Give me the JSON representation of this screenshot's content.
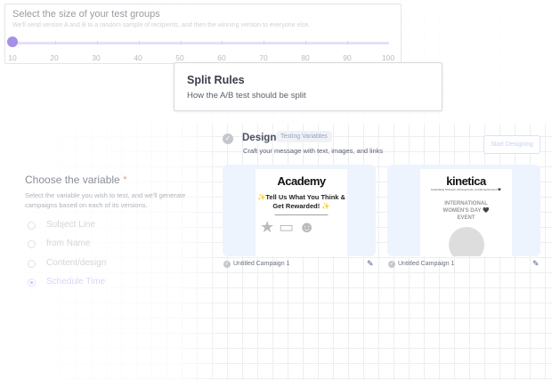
{
  "test_groups": {
    "title": "Select the size of your test groups",
    "subtitle": "We'll send version A and B to a random sample of recipients, and then the winning version to everyone else.",
    "value": 10,
    "ticks": [
      "10",
      "20",
      "30",
      "40",
      "50",
      "60",
      "70",
      "80",
      "90",
      "100"
    ],
    "accent": "#a590e6"
  },
  "split_rules": {
    "title": "Split Rules",
    "subtitle": "How the A/B test should be split"
  },
  "design": {
    "title": "Design",
    "badge": "Testing Variables",
    "subtitle": "Craft your message with text, images, and links",
    "start_button": "Start Designing",
    "campaigns": [
      {
        "name": "Untitled Campaign 1",
        "logo": "Academy",
        "headline": "✨Tell Us What You Think & Get Rewarded! ✨"
      },
      {
        "name": "Untitled Campaign 1",
        "logo": "kinetica",
        "tagline": "Celebrating Strength, Achievements, and Empowerment 🖤",
        "headline": "INTERNATIONAL WOMEN'S DAY 🖤 EVENT"
      }
    ]
  },
  "variable": {
    "title": "Choose the variable",
    "required": "*",
    "description": "Select the variable you wish to test, and we'll generate campaigns based on each of its versions.",
    "options": [
      {
        "label": "Subject Line",
        "selected": false
      },
      {
        "label": "from Name",
        "selected": false
      },
      {
        "label": "Content/design",
        "selected": false
      },
      {
        "label": "Schedule Time",
        "selected": true
      }
    ]
  }
}
